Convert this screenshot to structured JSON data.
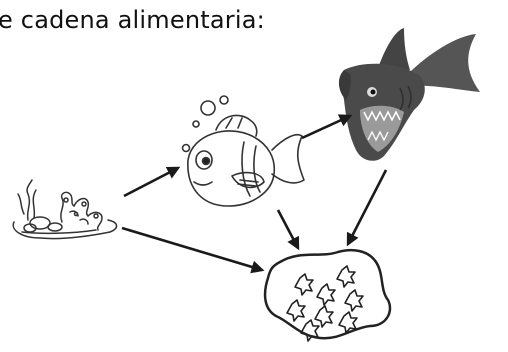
{
  "title": "e cadena alimentaria:",
  "nodes": [
    {
      "id": "plants",
      "icon": "seaweed-plants-icon"
    },
    {
      "id": "fish",
      "icon": "fish-icon"
    },
    {
      "id": "shark",
      "icon": "shark-icon"
    },
    {
      "id": "decomposers",
      "icon": "decomposers-icon"
    }
  ],
  "edges": [
    {
      "from": "plants",
      "to": "fish"
    },
    {
      "from": "plants",
      "to": "decomposers"
    },
    {
      "from": "fish",
      "to": "shark"
    },
    {
      "from": "fish",
      "to": "decomposers"
    },
    {
      "from": "shark",
      "to": "decomposers"
    }
  ],
  "colors": {
    "text": "#111111",
    "line": "#1a1a1a",
    "shark_body": "#444444",
    "shark_belly": "#9a9a9a"
  }
}
